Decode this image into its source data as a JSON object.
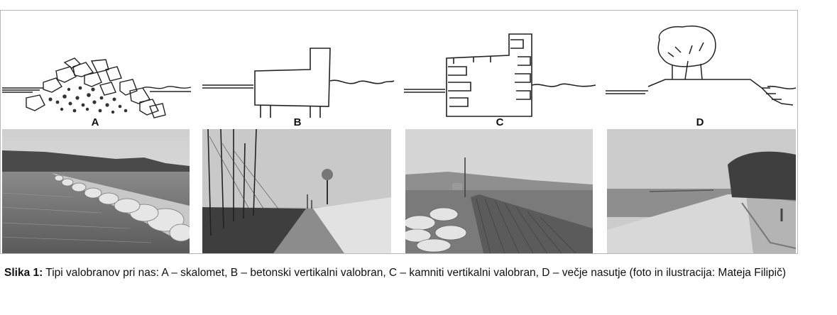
{
  "figure": {
    "panels": [
      {
        "letter": "A"
      },
      {
        "letter": "B"
      },
      {
        "letter": "C"
      },
      {
        "letter": "D"
      }
    ],
    "caption_label": "Slika 1:",
    "caption_text": " Tipi valobranov pri nas: A – skalomet, B – betonski vertikalni valobran, C – kamniti vertikalni valobran, D – večje nasutje (foto in ilustracija: Mateja Filipič)"
  }
}
